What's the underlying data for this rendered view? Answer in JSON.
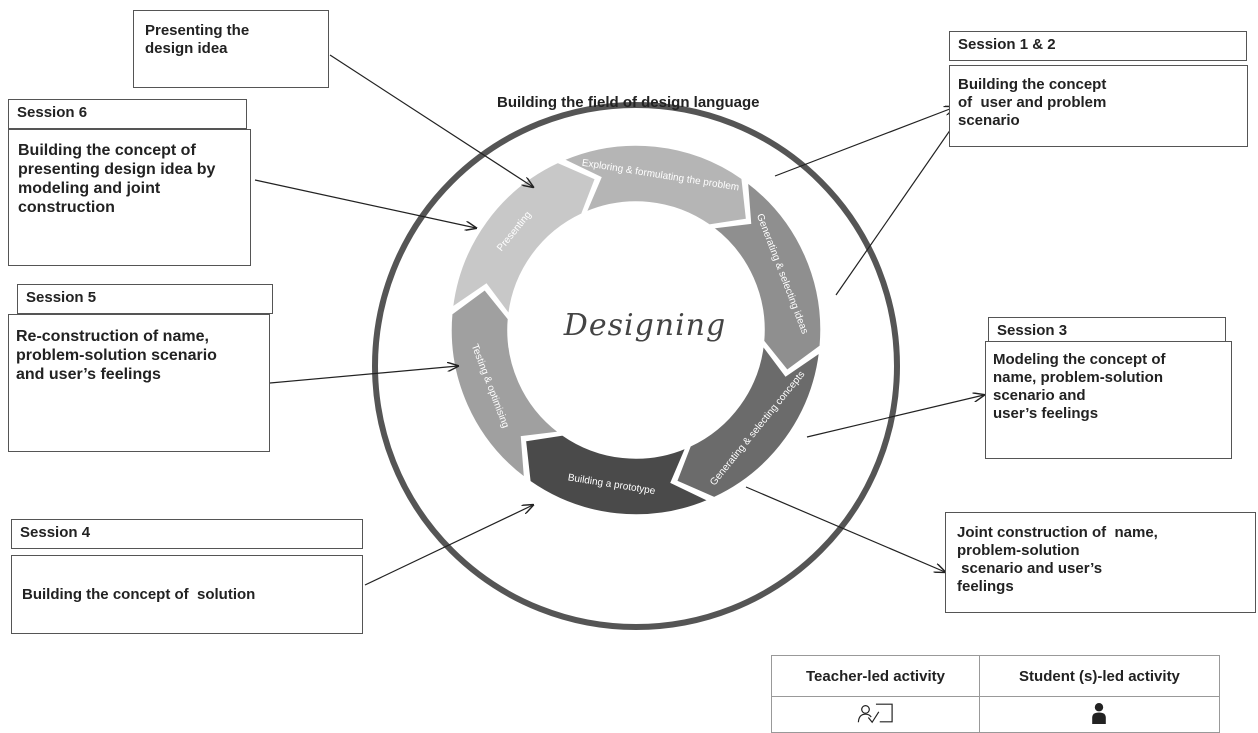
{
  "ring": {
    "title": "Building the field of design language",
    "center_label": "Designing",
    "segments": [
      "Exploring & formulating the problem",
      "Generating & selecting ideas",
      "Generating & selecting concepts",
      "Building a prototype",
      "Testing & optimising",
      "Presenting"
    ],
    "colors": {
      "outer_circle": "#555555",
      "seg_exploring": "#b5b5b5",
      "seg_ideas": "#8f8f8f",
      "seg_concepts": "#6b6b6b",
      "seg_prototype": "#4a4a4a",
      "seg_testing": "#a0a0a0",
      "seg_presenting": "#c8c8c8"
    }
  },
  "boxes": {
    "presenting": {
      "text": "Presenting the\ndesign idea",
      "icons": [
        "student-icon"
      ]
    },
    "session6": {
      "header": "Session 6",
      "text": "Building the concept of\npresenting design idea by\nmodeling and joint\nconstruction",
      "icons": [
        "teacher-icon",
        "student-icon"
      ]
    },
    "session5": {
      "header": "Session 5",
      "text": "Re-construction of name,\nproblem-solution scenario\nand user’s feelings",
      "icons": [
        "teacher-icon",
        "student-icon"
      ]
    },
    "session4": {
      "header": "Session 4",
      "text": "Building the concept of  solution",
      "icons": [
        "student-icon"
      ]
    },
    "session12": {
      "header": "Session 1 & 2",
      "text": "Building the concept\nof  user and problem\nscenario",
      "icons": [
        "teacher-icon"
      ]
    },
    "session3": {
      "header": "Session 3",
      "text": "Modeling the concept of\nname, problem-solution\nscenario and\nuser’s feelings",
      "icons": [
        "teacher-icon"
      ]
    },
    "joint": {
      "text": "Joint construction of  name,\nproblem-solution\n scenario and user’s\nfeelings",
      "icons": [
        "teacher-icon",
        "student-icon"
      ]
    }
  },
  "legend": {
    "teacher_label": "Teacher-led activity",
    "student_label": "Student (s)-led activity"
  }
}
